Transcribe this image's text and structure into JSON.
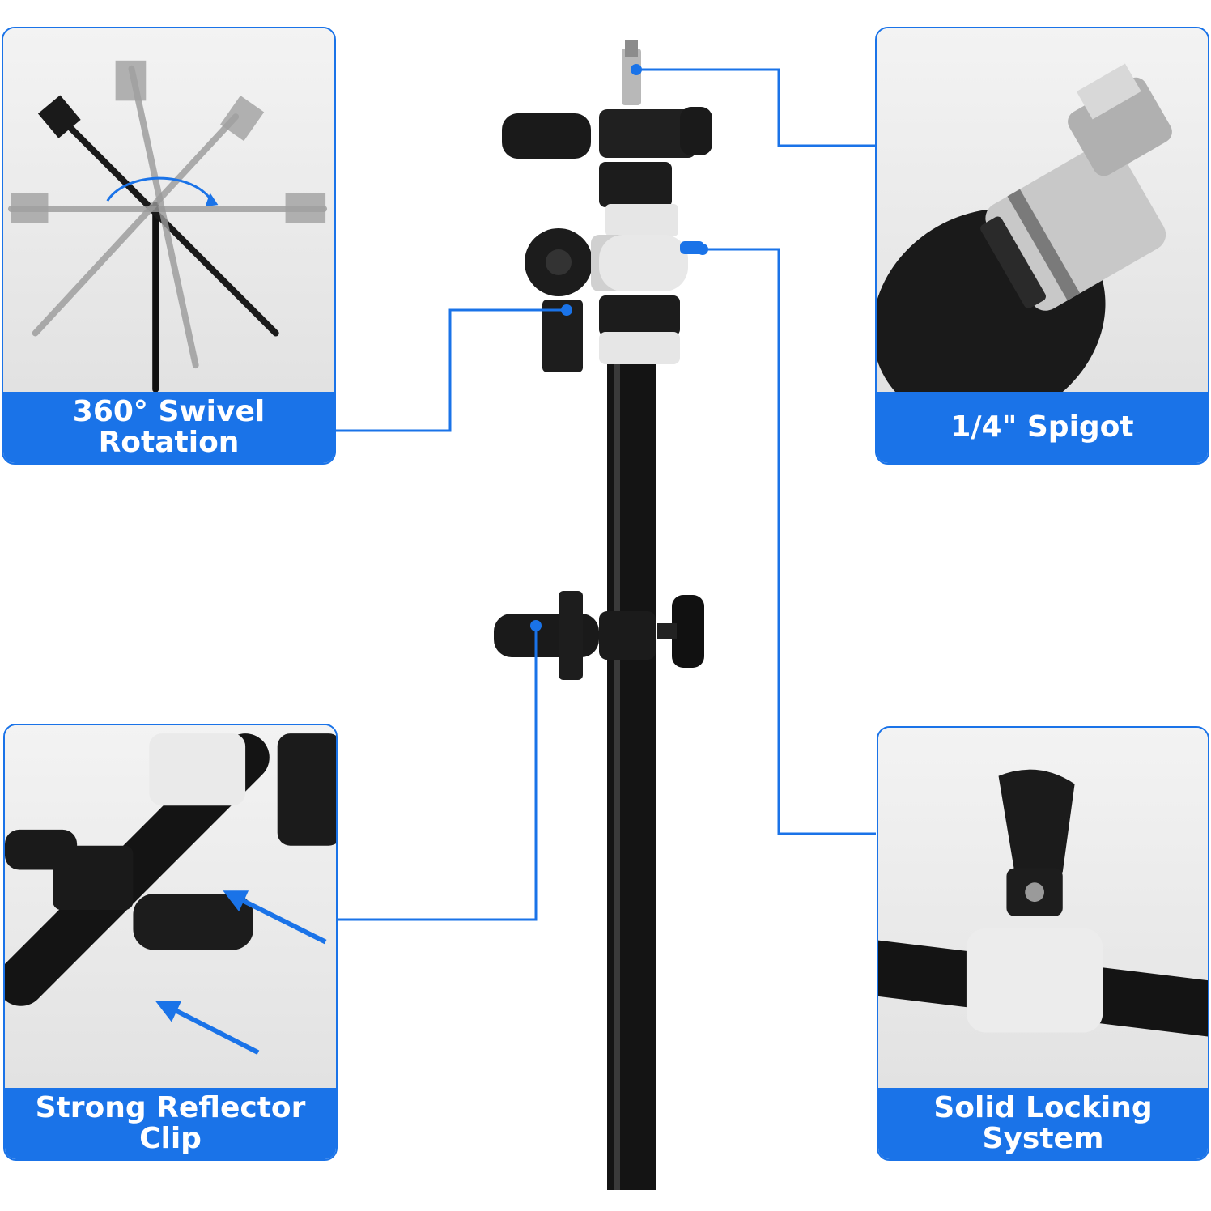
{
  "panels": {
    "swivel": {
      "caption": "360° Swivel Rotation"
    },
    "spigot": {
      "caption": "1/4\" Spigot"
    },
    "clip": {
      "caption": "Strong Reflector Clip"
    },
    "lock": {
      "caption_line1": "Solid Locking",
      "caption_line2": "System"
    }
  },
  "colors": {
    "accent": "#1a73e8",
    "pole": "#111111",
    "clamp": "#e8e8e8"
  },
  "icons": [
    "swivel-arrow-icon",
    "arrow-icon"
  ]
}
